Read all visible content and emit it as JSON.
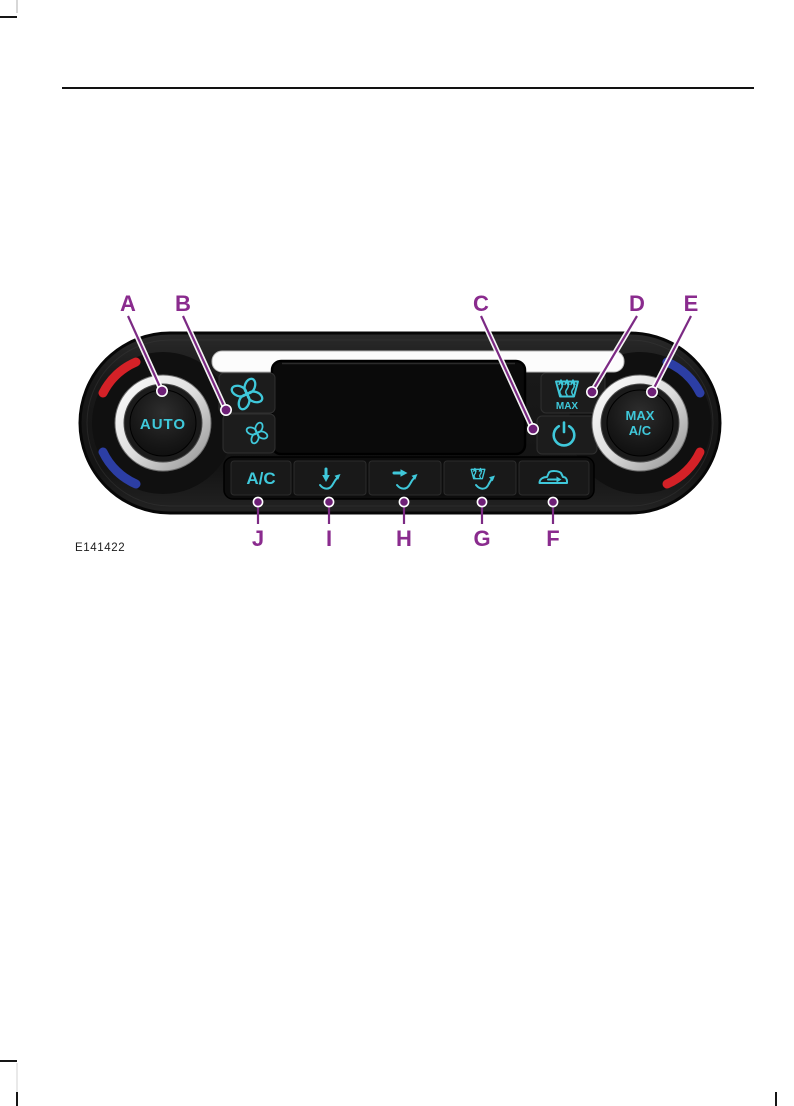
{
  "figure": {
    "code": "E141422",
    "panel": {
      "auto_knob_label": "AUTO",
      "max_ac_knob_line1": "MAX",
      "max_ac_knob_line2": "A/C",
      "defrost_max_label": "MAX",
      "ac_button_label": "A/C"
    },
    "callouts_top": [
      {
        "letter": "A"
      },
      {
        "letter": "B"
      },
      {
        "letter": "C"
      },
      {
        "letter": "D"
      },
      {
        "letter": "E"
      }
    ],
    "callouts_bottom": [
      {
        "letter": "J"
      },
      {
        "letter": "I"
      },
      {
        "letter": "H"
      },
      {
        "letter": "G"
      },
      {
        "letter": "F"
      }
    ],
    "icons": [
      "fan-high-icon",
      "fan-low-icon",
      "defrost-max-windshield-icon",
      "power-icon",
      "footwell-vent-icon",
      "panel-vent-icon",
      "windshield-demist-icon",
      "recirculation-car-icon"
    ],
    "colors": {
      "icon_cyan": "#3fc8da",
      "callout_purple": "#8a2b8e",
      "hot_red": "#d42127",
      "cold_blue": "#2c3ea4",
      "panel_black": "#1a1a1a"
    }
  }
}
